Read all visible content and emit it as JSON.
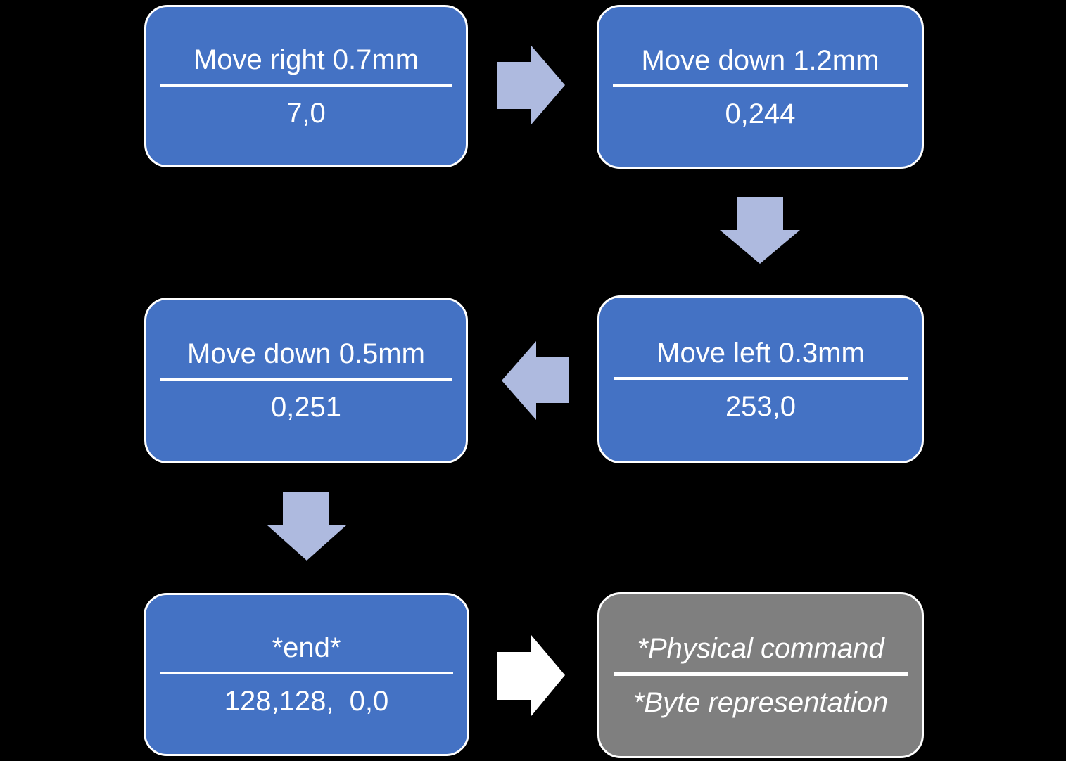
{
  "colors": {
    "background": "#000000",
    "node_fill": "#4472C4",
    "node_border": "#FFFFFF",
    "legend_fill": "#7F7F7F",
    "arrow_light": "#AEBADF",
    "arrow_white": "#FFFFFF",
    "text": "#FFFFFF"
  },
  "nodes": [
    {
      "command": "Move right 0.7mm",
      "bytes": "7,0"
    },
    {
      "command": "Move down 1.2mm",
      "bytes": "0,244"
    },
    {
      "command": "Move left 0.3mm",
      "bytes": "253,0"
    },
    {
      "command": "Move down 0.5mm",
      "bytes": "0,251"
    },
    {
      "command": "*end*",
      "bytes": "128,128,  0,0"
    },
    {
      "command": "*Physical command",
      "bytes": "*Byte representation"
    }
  ],
  "arrows": [
    {
      "direction": "right",
      "from": "step-1",
      "to": "step-2",
      "color": "light-blue"
    },
    {
      "direction": "down",
      "from": "step-2",
      "to": "step-3",
      "color": "light-blue"
    },
    {
      "direction": "left",
      "from": "step-3",
      "to": "step-4",
      "color": "light-blue"
    },
    {
      "direction": "down",
      "from": "step-4",
      "to": "step-5",
      "color": "light-blue"
    },
    {
      "direction": "right",
      "from": "step-5",
      "to": "legend",
      "color": "white"
    }
  ]
}
